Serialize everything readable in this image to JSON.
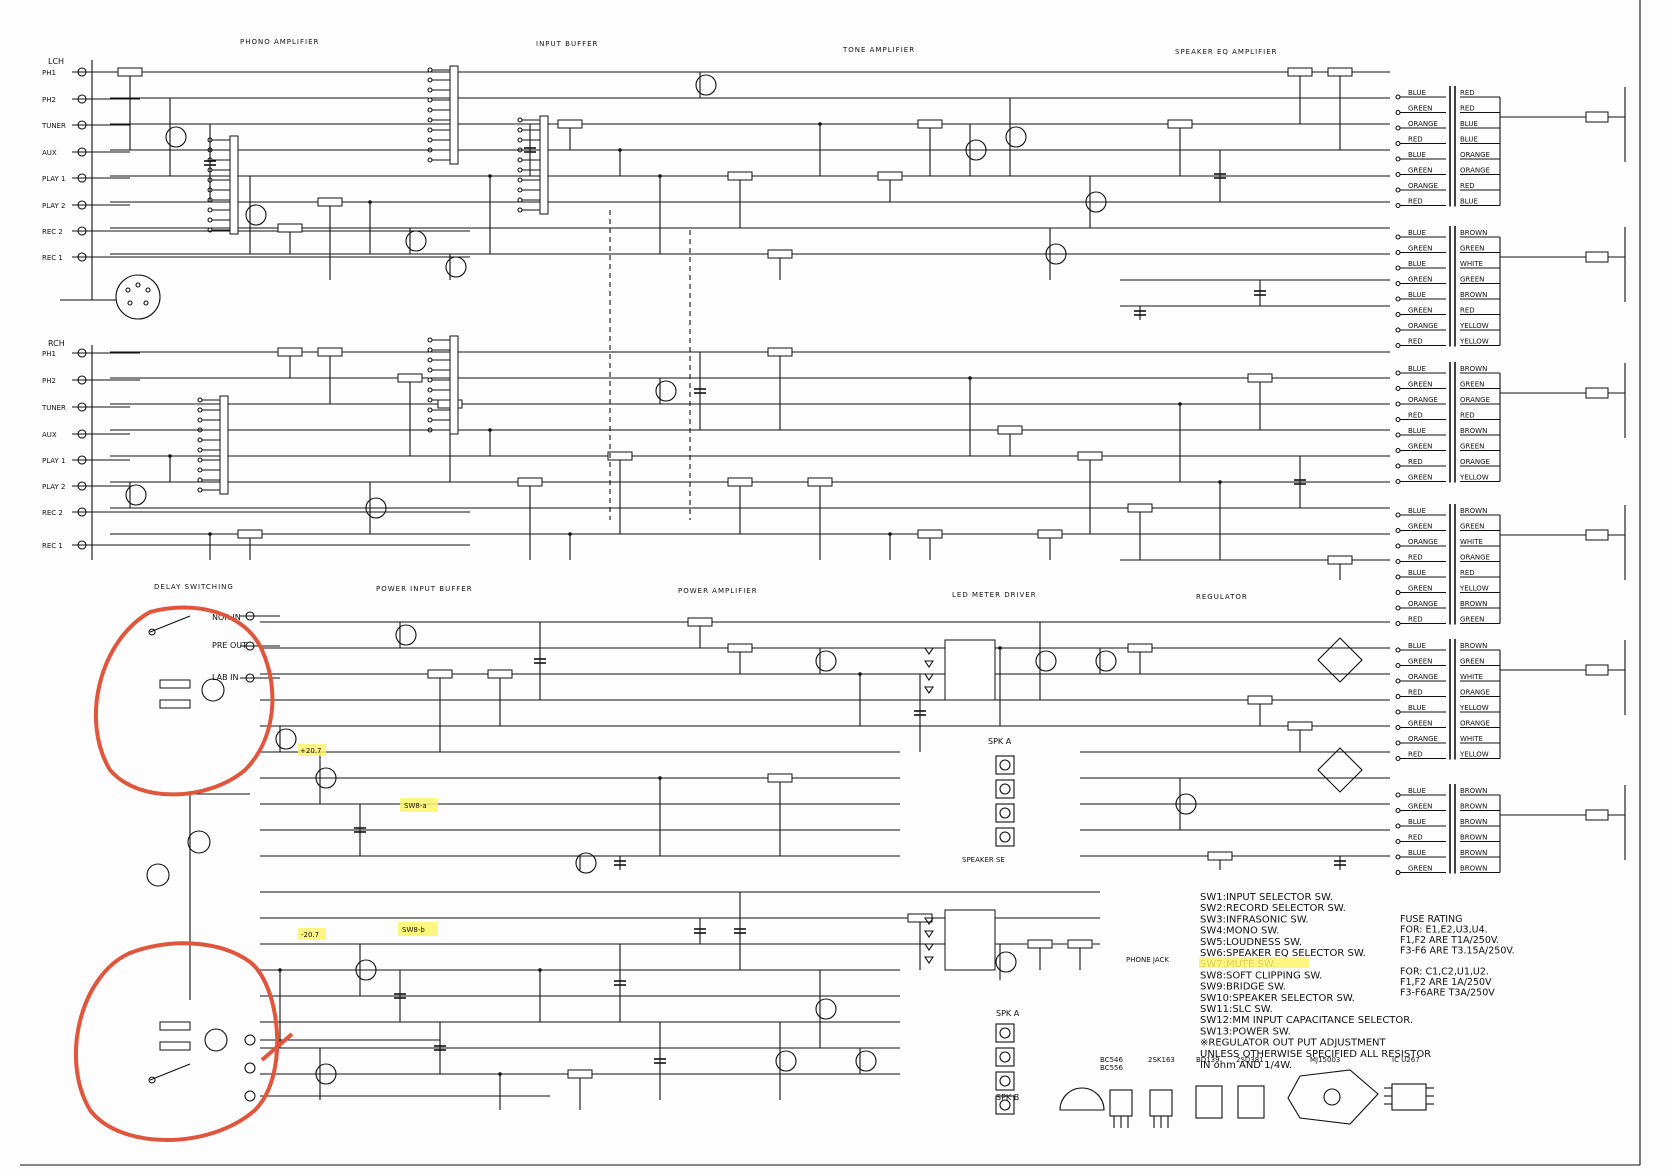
{
  "sections": {
    "phono": "PHONO AMPLIFIER",
    "input_buffer": "INPUT BUFFER",
    "tone": "TONE AMPLIFIER",
    "speaker_eq": "SPEAKER EQ AMPLIFIER",
    "delay": "DELAY SWITCHING",
    "power_input": "POWER INPUT BUFFER",
    "power_amp": "POWER AMPLIFIER",
    "led_meter": "LED METER DRIVER",
    "regulator": "REGULATOR"
  },
  "channels": {
    "left": "LCH",
    "right": "RCH"
  },
  "inputs": [
    "PH1",
    "PH2",
    "TUNER",
    "AUX",
    "PLAY 1",
    "PLAY 2",
    "REC 2",
    "REC 1"
  ],
  "delay_labels": {
    "nor_in": "NOR IN",
    "pre_out": "PRE OUT",
    "lab_in": "LAB IN"
  },
  "outputs": {
    "spk_a": "SPK A",
    "spk_b": "SPK B",
    "phone_jack": "PHONE JACK",
    "speaker_sel": "SPEAKER SE"
  },
  "highlights": {
    "v1": "+20.7",
    "v2": "-20.7",
    "sw_a": "SW8-a",
    "sw_b": "SW8-b"
  },
  "switch_legend": [
    "SW1:INPUT SELECTOR SW.",
    "SW2:RECORD SELECTOR SW.",
    "SW3:INFRASONIC SW.",
    "SW4:MONO SW.",
    "SW5:LOUDNESS SW.",
    "SW6:SPEAKER EQ SELECTOR SW.",
    "SW7:MUTE SW.",
    "SW8:SOFT CLIPPING SW.",
    "SW9:BRIDGE SW.",
    "SW10:SPEAKER SELECTOR SW.",
    "SW11:SLC SW.",
    "SW12:MM INPUT CAPACITANCE SELECTOR.",
    "SW13:POWER SW.",
    "※REGULATOR OUT PUT ADJUSTMENT",
    "UNLESS OTHERWISE SPECIFIED ALL RESISTOR",
    "IN ohm AND 1/4W."
  ],
  "fuse_rating": [
    "FUSE RATING",
    "FOR: E1,E2,U3,U4.",
    "F1,F2 ARE T1A/250V.",
    "F3-F6 ARE T3.15A/250V.",
    "",
    "FOR: C1,C2,U1,U2.",
    "F1,F2 ARE 1A/250V",
    "F3-F6ARE T3A/250V"
  ],
  "transformer_wires": [
    "BLUE",
    "GREEN",
    "ORANGE",
    "RED",
    "BROWN",
    "WHITE",
    "YELLOW"
  ],
  "packages": [
    "BC546",
    "BC556",
    "2SK163",
    "BD139",
    "2SD381",
    "MJ15003",
    "IC U267"
  ],
  "colors": {
    "ink": "#111111",
    "highlight": "#fff36b",
    "annotation_circle": "#e0563c"
  }
}
